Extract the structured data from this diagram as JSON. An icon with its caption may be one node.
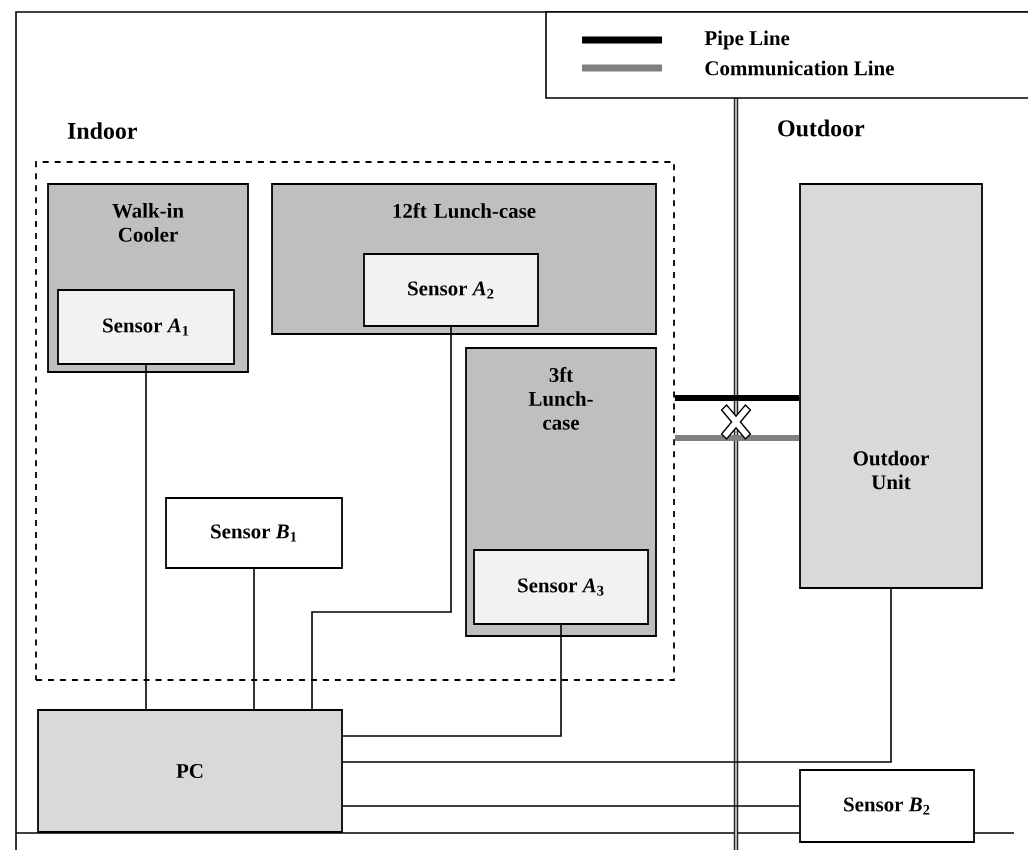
{
  "diagram": {
    "nodes": [
      {
        "text": [
          "Indoor"
        ]
      },
      {
        "text": [
          "Walk-in Cooler"
        ],
        "in": 0
      },
      {
        "text": [
          "Sensor *A*$_{1}$"
        ],
        "in": 1
      },
      {
        "text": [
          "12ft Lunch-case"
        ],
        "in": 0
      },
      {
        "text": [
          "Sensor *A*$_{2}$"
        ],
        "in": 3
      },
      {
        "text": [
          "3ft Lunch-case"
        ],
        "in": 0
      },
      {
        "text": [
          "Sensor *A*$_{3}$"
        ],
        "in": 5
      },
      {
        "text": [
          "Sensor *B*$_{1}$"
        ],
        "in": 0
      },
      {
        "text": [
          "PC"
        ]
      },
      {
        "text": [
          "Outdoor Unit"
        ]
      },
      {
        "text": [
          "Sensor *B*$_{2}$"
        ]
      }
    ],
    "edges": [
      {
        "from": 2,
        "to": 8,
        "arrow": "none"
      },
      {
        "from": 4,
        "to": 8,
        "arrow": "none"
      },
      {
        "from": 7,
        "to": 8,
        "arrow": "none"
      },
      {
        "from": 6,
        "to": 8,
        "arrow": "none"
      },
      {
        "from": 9,
        "to": 8,
        "arrow": "none"
      },
      {
        "from": 10,
        "to": 8,
        "arrow": "none"
      },
      {
        "from": 0,
        "to": 9,
        "arrow": "none",
        "style": "thick"
      },
      {
        "from": 0,
        "to": 9,
        "arrow": "none",
        "style": "thick",
        "color": "#808080"
      }
    ],
    "labels": [
      "Outdoor"
    ],
    "legend": [
      {
        "text": "Pipe Line",
        "color": "#000000"
      },
      {
        "text": "Communication Line",
        "color": "#808080"
      }
    ]
  }
}
